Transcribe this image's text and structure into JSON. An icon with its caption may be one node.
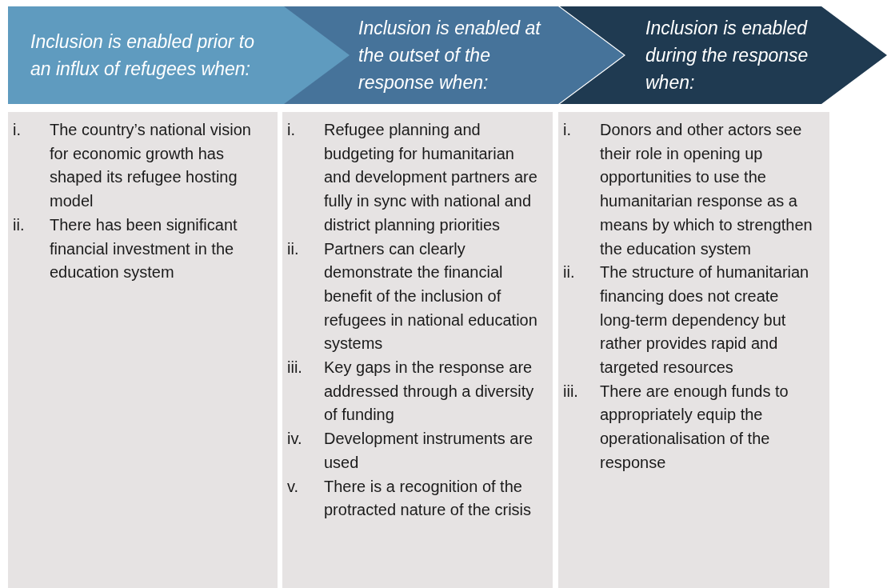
{
  "diagram": {
    "nodes": [
      {
        "text": [
          "Inclusion is enabled prior to an influx of refugees when:"
        ]
      },
      {
        "text": [
          "Inclusion is enabled at the outset of the response when:"
        ]
      },
      {
        "text": [
          "Inclusion is enabled during the response when:"
        ]
      },
      {
        "text": [
          "i.",
          "The country’s national vision for economic growth has shaped its refugee hosting model",
          "ii.",
          "There has been significant financial investment in the education system"
        ]
      },
      {
        "text": [
          "i.",
          "Refugee planning and budgeting for humanitarian and development partners are fully in sync with national and district planning priorities",
          "ii.",
          "Partners can clearly demonstrate the financial benefit of the inclusion of refugees in national education systems",
          "iii.",
          "Key gaps in the response are addressed through a diversity of funding",
          "iv.",
          "Development instruments are used",
          "v.",
          "There is a recognition of the protracted nature of the crisis"
        ]
      },
      {
        "text": [
          "i.",
          "Donors and other actors see their role in opening up opportunities to use the humanitarian response as a means by which to strengthen the education system",
          "ii.",
          "The structure of humanitarian financing does not create long-term dependency but rather provides rapid and targeted resources",
          "iii.",
          "There are enough funds to appropriately equip the operationalisation of the response"
        ]
      }
    ]
  }
}
